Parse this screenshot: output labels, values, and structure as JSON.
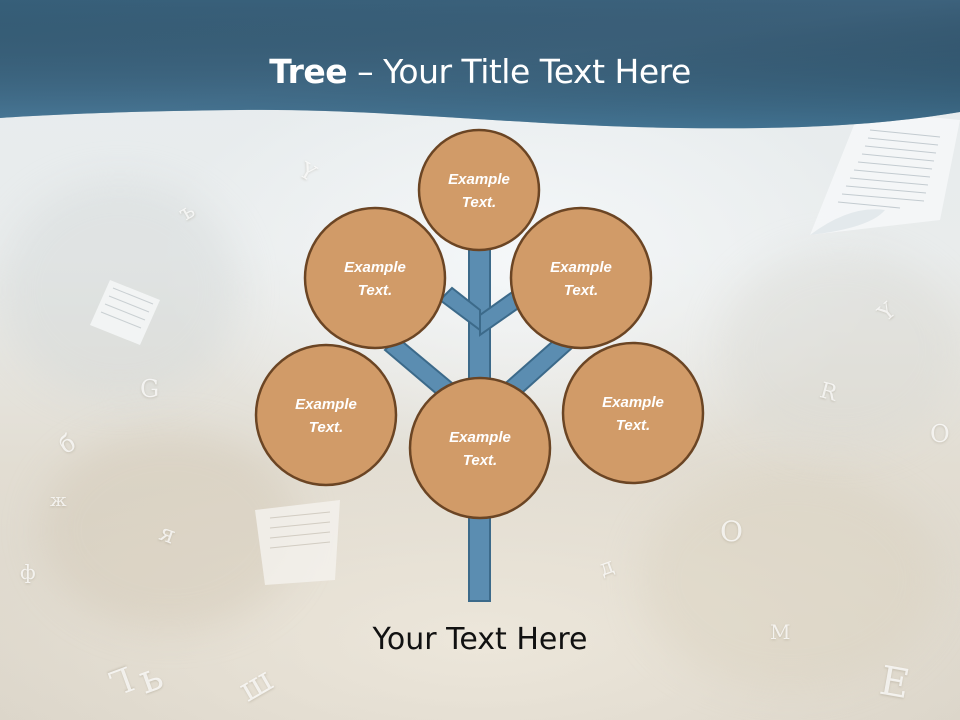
{
  "slide": {
    "title_bold": "Tree",
    "title_rest": " – Your Title Text Here",
    "footer": "Your Text Here"
  },
  "colors": {
    "header_blue": "#3f6f8f",
    "branch_fill": "#5b8db1",
    "branch_stroke": "#3c6a8a",
    "node_fill": "#d19b68",
    "node_stroke": "#6b4524",
    "node_text": "#ffffff"
  },
  "tree": {
    "nodes": [
      {
        "id": "top",
        "line1": "Example",
        "line2": "Text."
      },
      {
        "id": "upper-left",
        "line1": "Example",
        "line2": "Text."
      },
      {
        "id": "upper-right",
        "line1": "Example",
        "line2": "Text."
      },
      {
        "id": "lower-left",
        "line1": "Example",
        "line2": "Text."
      },
      {
        "id": "center",
        "line1": "Example",
        "line2": "Text."
      },
      {
        "id": "lower-right",
        "line1": "Example",
        "line2": "Text."
      }
    ]
  }
}
